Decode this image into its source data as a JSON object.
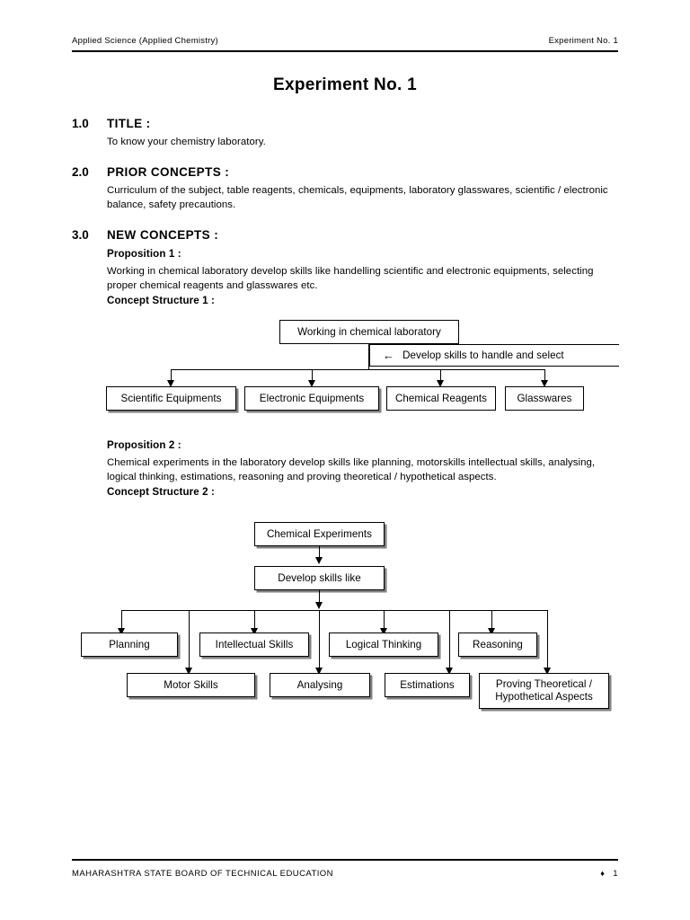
{
  "header": {
    "left": "Applied Science  (Applied Chemistry)",
    "right": "Experiment No. 1"
  },
  "title": "Experiment No. 1",
  "sections": [
    {
      "number": "1.0",
      "heading": "TITLE :",
      "body": "To know your chemistry laboratory."
    },
    {
      "number": "2.0",
      "heading": "PRIOR CONCEPTS :",
      "body": "Curriculum of the subject, table reagents, chemicals, equipments, laboratory glasswares, scientific / electronic balance, safety precautions."
    },
    {
      "number": "3.0",
      "heading": "NEW CONCEPTS :"
    }
  ],
  "proposition1": {
    "label": "Proposition 1 :",
    "body": "Working in chemical laboratory develop skills like handelling scientific and electronic equipments, selecting proper chemical reagents and glasswares etc.",
    "structure_label": "Concept Structure 1 :"
  },
  "diagram1": {
    "root": "Working in chemical laboratory",
    "note": "Develop skills to handle and select",
    "note_arrow": "←",
    "children": [
      "Scientific Equipments",
      "Electronic Equipments",
      "Chemical Reagents",
      "Glasswares"
    ]
  },
  "proposition2": {
    "label": "Proposition 2 :",
    "body": "Chemical experiments in the laboratory develop skills like planning, motorskills intellectual skills, analysing, logical thinking, estimations, reasoning and proving theoretical / hypothetical aspects.",
    "structure_label": "Concept Structure 2 :"
  },
  "diagram2": {
    "root": "Chemical Experiments",
    "second": "Develop skills like",
    "upper_row": [
      "Planning",
      "Intellectual Skills",
      "Logical Thinking",
      "Reasoning"
    ],
    "lower_row": [
      "Motor Skills",
      "Analysing",
      "Estimations",
      "Proving Theoretical /\nHypothetical Aspects"
    ]
  },
  "footer": {
    "left": "MAHARASHTRA STATE BOARD OF TECHNICAL EDUCATION",
    "diamond": "♦",
    "page": "1"
  }
}
